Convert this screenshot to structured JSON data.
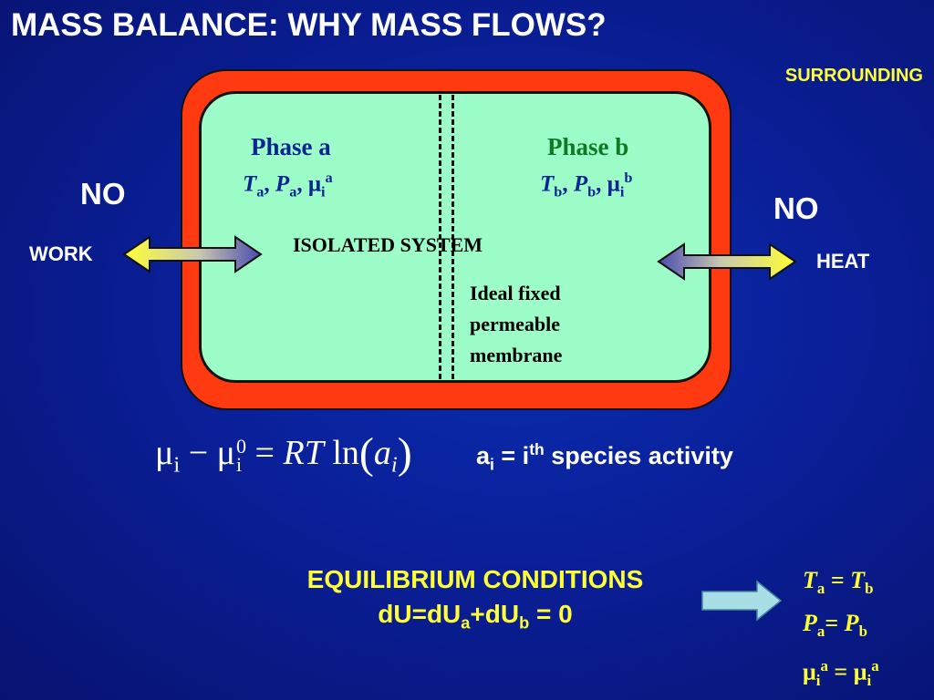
{
  "title": "MASS BALANCE: WHY MASS FLOWS?",
  "surrounding": "SURROUNDING",
  "phase_a": {
    "label": "Phase a",
    "T": "T",
    "P": "P",
    "mu": "μ",
    "i": "i",
    "sub": "a",
    "sup": "a"
  },
  "phase_b": {
    "label": "Phase b",
    "T": "T",
    "P": "P",
    "mu": "μ",
    "i": "i",
    "sub": "b",
    "sup": "b"
  },
  "left": {
    "no": "NO",
    "label": "WORK"
  },
  "right": {
    "no": "NO",
    "label": "HEAT"
  },
  "isolated_system": "ISOLATED  SYSTEM",
  "membrane_lines": [
    "Ideal fixed",
    "permeable",
    "membrane"
  ],
  "equation": {
    "mu": "μ",
    "i": "i",
    "minus": "−",
    "zero": "0",
    "eq": "=",
    "RT": "RT",
    "ln": "ln",
    "a": "a"
  },
  "activity": {
    "a": "a",
    "i": "i",
    "eq": " = i",
    "th": "th",
    "rest": " species activity"
  },
  "equilibrium": {
    "title": "EQUILIBRIUM CONDITIONS",
    "du": "dU=dU",
    "a": "a",
    "plus": "+dU",
    "b": "b",
    "rest": " = 0"
  },
  "conditions": {
    "T": "T",
    "P": "P",
    "mu": "μ",
    "i": "i",
    "a": "a",
    "b": "b",
    "eq": " = ",
    "eq_tight": "= "
  },
  "colors": {
    "background": "#0a1f98",
    "outer_box": "#ff3a10",
    "inner_box": "#9dfdc8",
    "phase_text": "#0a2590",
    "phase_b_text": "#0f7a23",
    "yellow": "#ffff33"
  }
}
